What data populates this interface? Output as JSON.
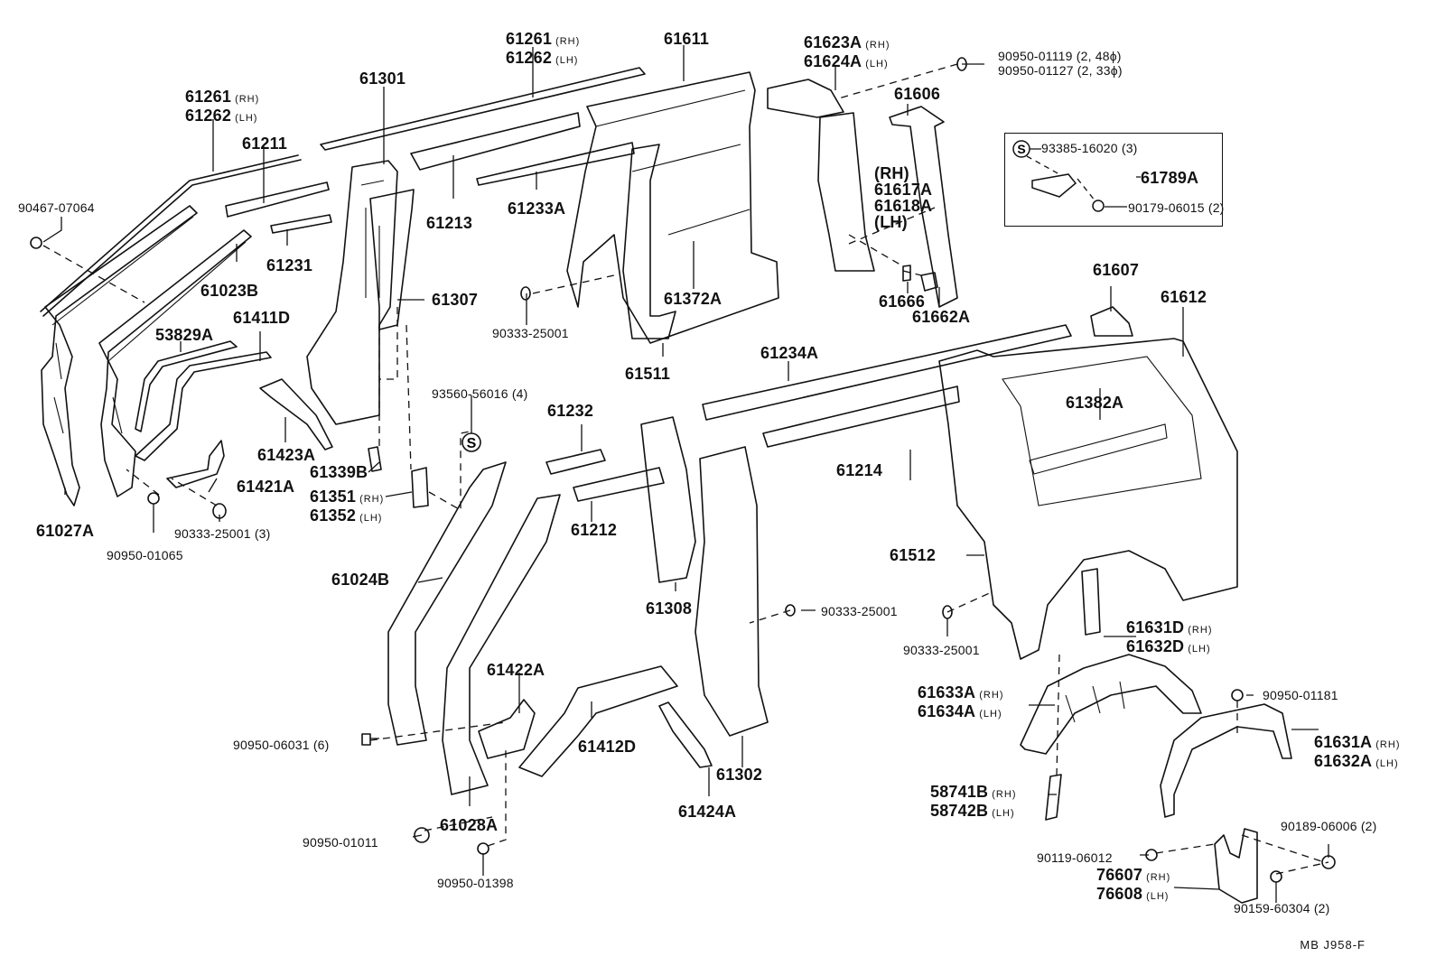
{
  "diagram": {
    "title": "Side panel and pillar parts exploded view",
    "code_ref": "MB  J958-F",
    "inset_box": {
      "items": [
        {
          "part": "93385-16020",
          "qty": "(3)",
          "icon": "s-screw-icon"
        },
        {
          "part": "61789A"
        },
        {
          "part": "90179-06015",
          "qty": "(2)",
          "icon": "nut-icon"
        }
      ]
    },
    "labels": [
      {
        "id": "61261-a",
        "lines": [
          {
            "num": "61261",
            "side": "(RH)"
          },
          {
            "num": "61262",
            "side": "(LH)"
          }
        ]
      },
      {
        "id": "61261-b",
        "lines": [
          {
            "num": "61261",
            "side": "(RH)"
          },
          {
            "num": "61262",
            "side": "(LH)"
          }
        ]
      },
      {
        "id": "61611",
        "lines": [
          {
            "num": "61611"
          }
        ]
      },
      {
        "id": "61623A",
        "lines": [
          {
            "num": "61623A",
            "side": "(RH)"
          },
          {
            "num": "61624A",
            "side": "(LH)"
          }
        ]
      },
      {
        "id": "90950-01119",
        "lines": [
          {
            "num": "90950-01119 (2, 48ϕ)"
          },
          {
            "num": "90950-01127 (2, 33ϕ)"
          }
        ]
      },
      {
        "id": "61301",
        "lines": [
          {
            "num": "61301"
          }
        ]
      },
      {
        "id": "61211",
        "lines": [
          {
            "num": "61211"
          }
        ]
      },
      {
        "id": "90467-07064",
        "lines": [
          {
            "num": "90467-07064"
          }
        ]
      },
      {
        "id": "61231",
        "lines": [
          {
            "num": "61231"
          }
        ]
      },
      {
        "id": "61023B",
        "lines": [
          {
            "num": "61023B"
          }
        ]
      },
      {
        "id": "61213",
        "lines": [
          {
            "num": "61213"
          }
        ]
      },
      {
        "id": "61233A",
        "lines": [
          {
            "num": "61233A"
          }
        ]
      },
      {
        "id": "61606",
        "lines": [
          {
            "num": "61606"
          }
        ]
      },
      {
        "id": "61617A",
        "lines": [
          {
            "num": "(RH)"
          },
          {
            "num": "61617A"
          },
          {
            "num": "61618A"
          },
          {
            "num": "(LH)"
          }
        ]
      },
      {
        "id": "61307",
        "lines": [
          {
            "num": "61307"
          }
        ]
      },
      {
        "id": "61411D",
        "lines": [
          {
            "num": "61411D"
          }
        ]
      },
      {
        "id": "53829A",
        "lines": [
          {
            "num": "53829A"
          }
        ]
      },
      {
        "id": "61372A",
        "lines": [
          {
            "num": "61372A"
          }
        ]
      },
      {
        "id": "90333-25001-a",
        "lines": [
          {
            "num": "90333-25001"
          }
        ]
      },
      {
        "id": "61666",
        "lines": [
          {
            "num": "61666"
          }
        ]
      },
      {
        "id": "61662A",
        "lines": [
          {
            "num": "61662A"
          }
        ]
      },
      {
        "id": "61607",
        "lines": [
          {
            "num": "61607"
          }
        ]
      },
      {
        "id": "61612",
        "lines": [
          {
            "num": "61612"
          }
        ]
      },
      {
        "id": "61511",
        "lines": [
          {
            "num": "61511"
          }
        ]
      },
      {
        "id": "61234A",
        "lines": [
          {
            "num": "61234A"
          }
        ]
      },
      {
        "id": "61382A",
        "lines": [
          {
            "num": "61382A"
          }
        ]
      },
      {
        "id": "61423A",
        "lines": [
          {
            "num": "61423A"
          }
        ]
      },
      {
        "id": "93560-56016",
        "lines": [
          {
            "num": "93560-56016 (4)"
          }
        ]
      },
      {
        "id": "61232",
        "lines": [
          {
            "num": "61232"
          }
        ]
      },
      {
        "id": "61339B",
        "lines": [
          {
            "num": "61339B"
          }
        ]
      },
      {
        "id": "61421A",
        "lines": [
          {
            "num": "61421A"
          }
        ]
      },
      {
        "id": "61214",
        "lines": [
          {
            "num": "61214"
          }
        ]
      },
      {
        "id": "61351",
        "lines": [
          {
            "num": "61351",
            "side": "(RH)"
          },
          {
            "num": "61352",
            "side": "(LH)"
          }
        ]
      },
      {
        "id": "61027A",
        "lines": [
          {
            "num": "61027A"
          }
        ]
      },
      {
        "id": "90333-25001-b",
        "lines": [
          {
            "num": "90333-25001 (3)"
          }
        ]
      },
      {
        "id": "90950-01065",
        "lines": [
          {
            "num": "90950-01065"
          }
        ]
      },
      {
        "id": "61212",
        "lines": [
          {
            "num": "61212"
          }
        ]
      },
      {
        "id": "61512",
        "lines": [
          {
            "num": "61512"
          }
        ]
      },
      {
        "id": "61024B",
        "lines": [
          {
            "num": "61024B"
          }
        ]
      },
      {
        "id": "61308",
        "lines": [
          {
            "num": "61308"
          }
        ]
      },
      {
        "id": "90333-25001-c",
        "lines": [
          {
            "num": "90333-25001"
          }
        ]
      },
      {
        "id": "61631D",
        "lines": [
          {
            "num": "61631D",
            "side": "(RH)"
          },
          {
            "num": "61632D",
            "side": "(LH)"
          }
        ]
      },
      {
        "id": "90333-25001-d",
        "lines": [
          {
            "num": "90333-25001"
          }
        ]
      },
      {
        "id": "61422A",
        "lines": [
          {
            "num": "61422A"
          }
        ]
      },
      {
        "id": "61633A",
        "lines": [
          {
            "num": "61633A",
            "side": "(RH)"
          },
          {
            "num": "61634A",
            "side": "(LH)"
          }
        ]
      },
      {
        "id": "90950-01181",
        "lines": [
          {
            "num": "90950-01181"
          }
        ]
      },
      {
        "id": "61631A",
        "lines": [
          {
            "num": "61631A",
            "side": "(RH)"
          },
          {
            "num": "61632A",
            "side": "(LH)"
          }
        ]
      },
      {
        "id": "90950-06031",
        "lines": [
          {
            "num": "90950-06031 (6)"
          }
        ]
      },
      {
        "id": "61412D",
        "lines": [
          {
            "num": "61412D"
          }
        ]
      },
      {
        "id": "61302",
        "lines": [
          {
            "num": "61302"
          }
        ]
      },
      {
        "id": "58741B",
        "lines": [
          {
            "num": "58741B",
            "side": "(RH)"
          },
          {
            "num": "58742B",
            "side": "(LH)"
          }
        ]
      },
      {
        "id": "61028A",
        "lines": [
          {
            "num": "61028A"
          }
        ]
      },
      {
        "id": "61424A",
        "lines": [
          {
            "num": "61424A"
          }
        ]
      },
      {
        "id": "90189-06006",
        "lines": [
          {
            "num": "90189-06006 (2)"
          }
        ]
      },
      {
        "id": "90950-01011",
        "lines": [
          {
            "num": "90950-01011"
          }
        ]
      },
      {
        "id": "90119-06012",
        "lines": [
          {
            "num": "90119-06012"
          }
        ]
      },
      {
        "id": "76607",
        "lines": [
          {
            "num": "76607",
            "side": "(RH)"
          },
          {
            "num": "76608",
            "side": "(LH)"
          }
        ]
      },
      {
        "id": "90950-01398",
        "lines": [
          {
            "num": "90950-01398"
          }
        ]
      },
      {
        "id": "90159-60304",
        "lines": [
          {
            "num": "90159-60304 (2)"
          }
        ]
      }
    ]
  }
}
